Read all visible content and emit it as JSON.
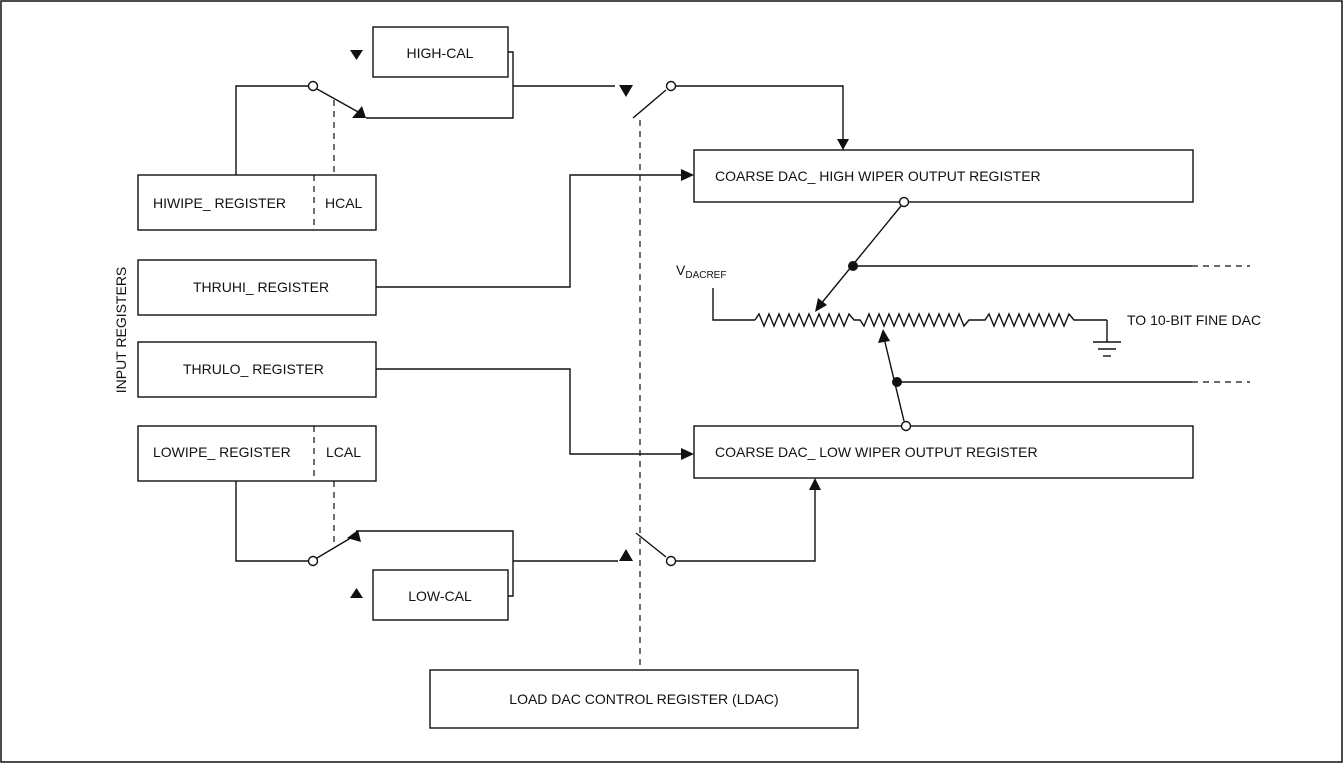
{
  "side_label": "INPUT REGISTERS",
  "registers": {
    "hiwipe": "HIWIPE_ REGISTER",
    "hcal": "HCAL",
    "thruhi": "THRUHI_ REGISTER",
    "thrulo": "THRULO_ REGISTER",
    "lowipe": "LOWIPE_ REGISTER",
    "lcal": "LCAL"
  },
  "calibration": {
    "high": "HIGH-CAL",
    "low": "LOW-CAL"
  },
  "outputs": {
    "coarse_high": "COARSE DAC_ HIGH WIPER OUTPUT REGISTER",
    "coarse_low": "COARSE DAC_ LOW WIPER OUTPUT REGISTER"
  },
  "ldac": "LOAD DAC CONTROL REGISTER (LDAC)",
  "vref": {
    "main": "V",
    "sub": "DACREF"
  },
  "fine_dac": "TO 10-BIT FINE DAC"
}
